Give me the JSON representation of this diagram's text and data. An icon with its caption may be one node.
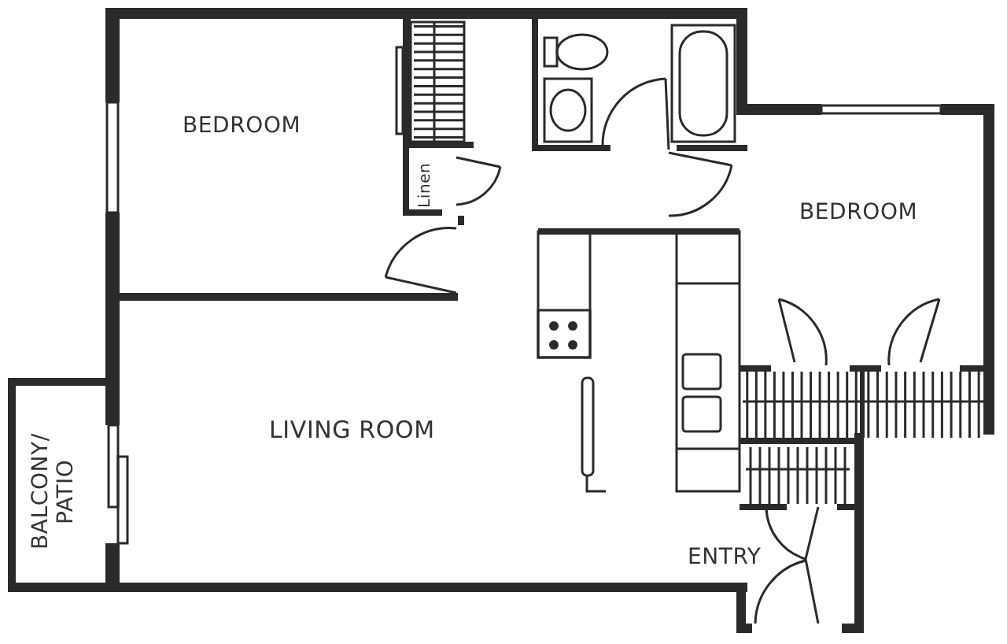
{
  "diagram": {
    "labels": [
      "BEDROOM",
      "Linen",
      "BEDROOM",
      "LIVING ROOM",
      "BALCONY/ PATIO",
      "ENTRY"
    ]
  }
}
